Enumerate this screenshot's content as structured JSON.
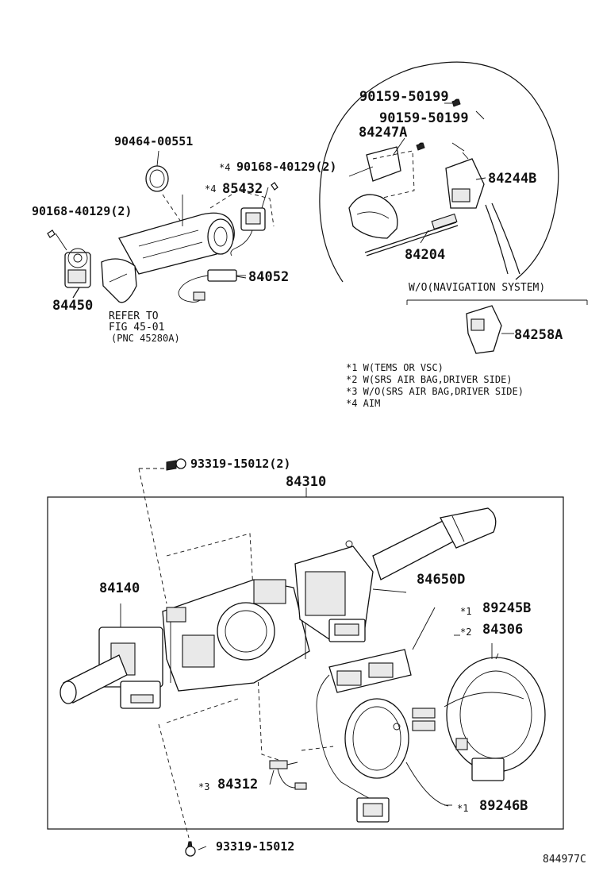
{
  "labels": {
    "p90159_50199_a": "90159-50199",
    "p90159_50199_b": "90159-50199",
    "p84247a": "84247A",
    "p84244b": "84244B",
    "p84204": "84204",
    "p90464_00551": "90464-00551",
    "p90168_40129_a4": "90168-40129(2)",
    "p85432": "85432",
    "p90168_40129_b": "90168-40129(2)",
    "p84052": "84052",
    "p84450": "84450",
    "p84258a": "84258A",
    "p93319_15012_2": "93319-15012(2)",
    "p84310": "84310",
    "p84650d": "84650D",
    "p84140": "84140",
    "p89245b": "89245B",
    "p84306": "84306",
    "p84312": "84312",
    "p89246b": "89246B",
    "p93319_15012": "93319-15012"
  },
  "marks": {
    "m4a": "*4",
    "m4b": "*4",
    "m1a": "*1",
    "m2": "*2",
    "m3": "*3",
    "m1b": "*1"
  },
  "refer": {
    "line1": "REFER TO",
    "line2": "FIG 45-01",
    "line3": "(PNC 45280A)"
  },
  "section": {
    "wo_nav": "W/O(NAVIGATION SYSTEM)"
  },
  "notes": [
    "*1 W(TEMS OR VSC)",
    "*2 W(SRS AIR BAG,DRIVER SIDE)",
    "*3 W/O(SRS AIR BAG,DRIVER SIDE)",
    "*4 AIM"
  ],
  "diagram_code": "844977C"
}
